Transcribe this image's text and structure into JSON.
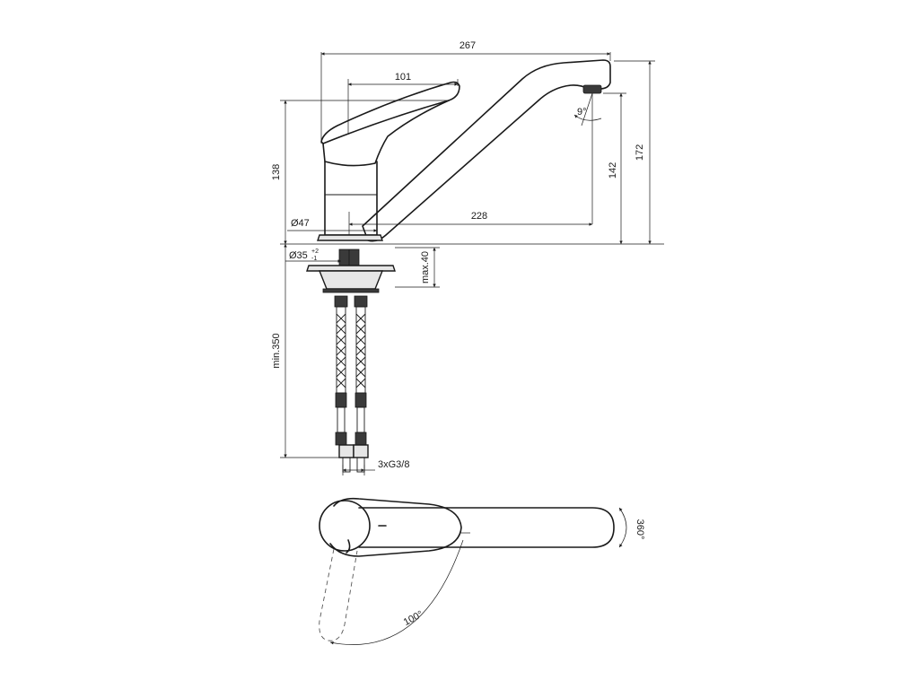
{
  "dimensions": {
    "overall_length": "267",
    "lever_length": "101",
    "height_body": "138",
    "spout_reach": "228",
    "spout_height": "142",
    "total_height": "172",
    "spout_tilt": "9°",
    "body_diameter": "Ø47",
    "hole_diameter": "Ø35",
    "hole_tol_plus": "+2",
    "hole_tol_minus": "-1",
    "max_thickness": "max.40",
    "hose_length": "min.350",
    "connection": "3xG3/8",
    "lever_rotation": "100°",
    "spout_rotation": "360°"
  }
}
